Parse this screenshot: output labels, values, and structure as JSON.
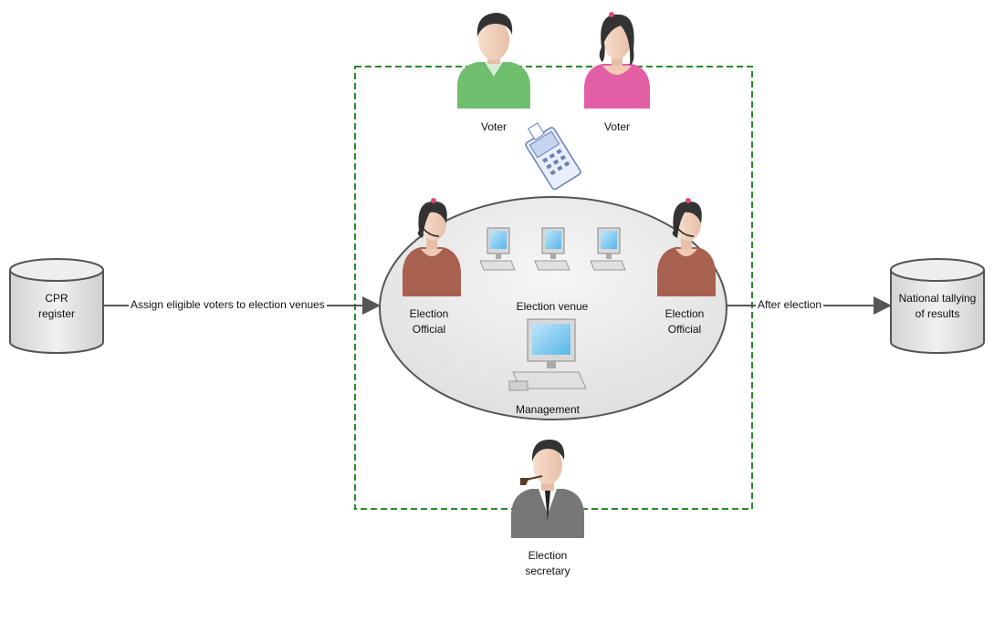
{
  "colors": {
    "boundary": "#2a8a2a",
    "voter_male": "#6fbf6f",
    "voter_female": "#e25fa6",
    "official": "#a8614f",
    "secretary": "#777777",
    "ellipse_fill": "#ececec",
    "cylinder_fill": "#e4e4e4",
    "arrow": "#555555"
  },
  "nodes": {
    "cpr_register": {
      "line1": "CPR",
      "line2": "register"
    },
    "national_tallying": {
      "line1": "National tallying",
      "line2": "of results"
    },
    "voter_male": {
      "label": "Voter",
      "icon": "person-male-icon"
    },
    "voter_female": {
      "label": "Voter",
      "icon": "person-female-icon"
    },
    "smartcard_device": {
      "icon": "card-reader-icon"
    },
    "official_left": {
      "line1": "Election",
      "line2": "Official",
      "icon": "headset-operator-icon"
    },
    "official_right": {
      "line1": "Election",
      "line2": "Official",
      "icon": "headset-operator-icon"
    },
    "election_venue": {
      "label": "Election venue",
      "icon": "desktop-computer-icon"
    },
    "management": {
      "label": "Management",
      "icon": "desktop-computer-icon"
    },
    "election_secretary": {
      "line1": "Election",
      "line2": "secretary",
      "icon": "businessman-icon"
    }
  },
  "edges": {
    "assign": {
      "label": "Assign eligible voters to election venues"
    },
    "after": {
      "label": "After election"
    }
  }
}
